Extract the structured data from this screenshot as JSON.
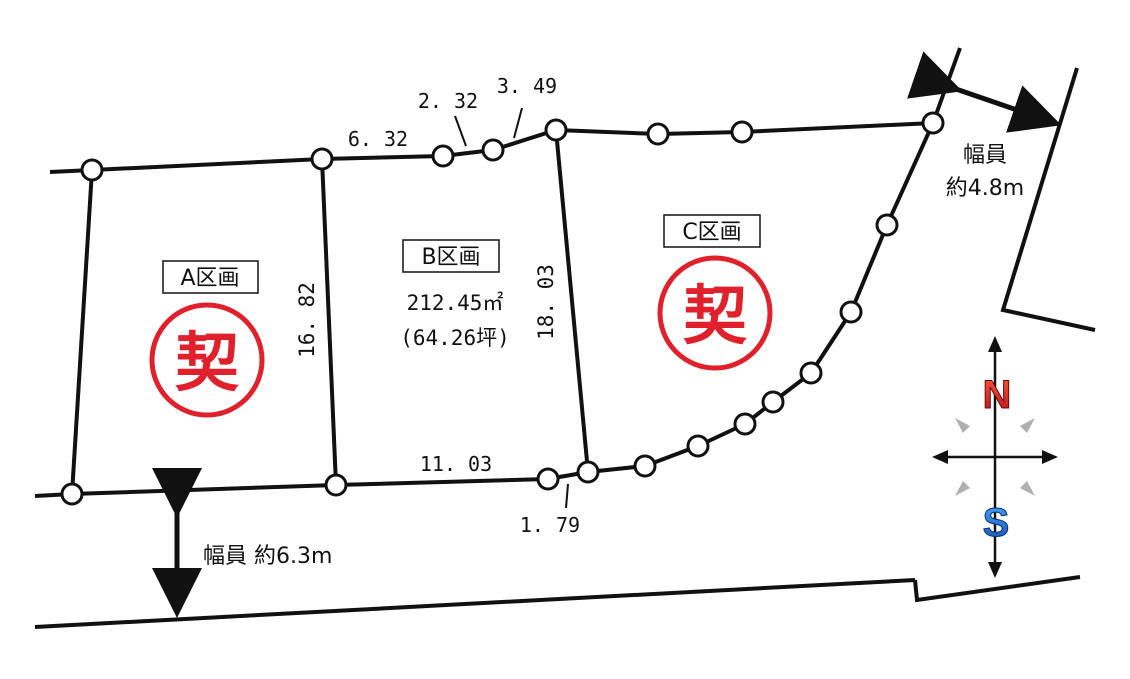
{
  "lots": {
    "a": {
      "label": "A区画",
      "status": "契"
    },
    "b": {
      "label": "B区画",
      "area_m2": "212.45㎡",
      "area_tsubo": "(64.26坪)"
    },
    "c": {
      "label": "C区画",
      "status": "契"
    }
  },
  "dimensions": {
    "top_6_32": "6. 32",
    "top_2_32": "2. 32",
    "top_3_49": "3. 49",
    "side_16_82": "16. 82",
    "side_18_03": "18. 03",
    "bottom_11_03": "11. 03",
    "bottom_1_79": "1. 79"
  },
  "roads": {
    "south_width": "幅員 約6.3m",
    "east_width_label": "幅員",
    "east_width_value": "約4.8m"
  },
  "compass": {
    "north": "N",
    "south": "S"
  },
  "colors": {
    "line": "#111111",
    "stamp": "#e0202a",
    "north": "#d81e1e",
    "south": "#1e6ad2",
    "ray": "#b0b0b0"
  }
}
